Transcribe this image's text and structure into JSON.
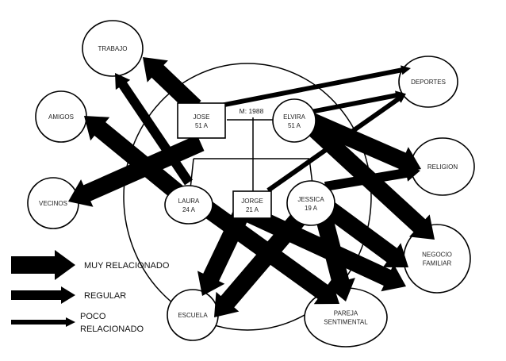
{
  "diagram": {
    "type": "ecomap",
    "family": {
      "marriage_label": "M: 1988",
      "members": [
        {
          "id": "jose",
          "name": "JOSE",
          "age": "51 A",
          "shape": "square"
        },
        {
          "id": "elvira",
          "name": "ELVIRA",
          "age": "51 A",
          "shape": "circle"
        },
        {
          "id": "laura",
          "name": "LAURA",
          "age": "24 A",
          "shape": "circle"
        },
        {
          "id": "jorge",
          "name": "JORGE",
          "age": "21 A",
          "shape": "square"
        },
        {
          "id": "jessica",
          "name": "JESSICA",
          "age": "19 A",
          "shape": "circle"
        }
      ]
    },
    "systems": [
      {
        "id": "trabajo",
        "label": [
          "TRABAJO"
        ]
      },
      {
        "id": "amigos",
        "label": [
          "AMIGOS"
        ]
      },
      {
        "id": "vecinos",
        "label": [
          "VECINOS"
        ]
      },
      {
        "id": "deportes",
        "label": [
          "DEPORTES"
        ]
      },
      {
        "id": "religion",
        "label": [
          "RELIGION"
        ]
      },
      {
        "id": "negocio",
        "label": [
          "NEGOCIO",
          "FAMILIAR"
        ]
      },
      {
        "id": "escuela",
        "label": [
          "ESCUELA"
        ]
      },
      {
        "id": "pareja",
        "label": [
          "PAREJA",
          "SENTIMENTAL"
        ]
      }
    ],
    "relations": [
      {
        "from": "jose",
        "to": "trabajo",
        "strength": "muy"
      },
      {
        "from": "laura",
        "to": "trabajo",
        "strength": "regular"
      },
      {
        "from": "laura",
        "to": "amigos",
        "strength": "muy"
      },
      {
        "from": "jose",
        "to": "vecinos",
        "strength": "muy"
      },
      {
        "from": "jose",
        "to": "deportes",
        "strength": "poco"
      },
      {
        "from": "elvira",
        "to": "deportes",
        "strength": "poco"
      },
      {
        "from": "jorge",
        "to": "deportes",
        "strength": "poco"
      },
      {
        "from": "elvira",
        "to": "religion",
        "strength": "muy"
      },
      {
        "from": "jessica",
        "to": "religion",
        "strength": "regular"
      },
      {
        "from": "elvira",
        "to": "negocio",
        "strength": "muy"
      },
      {
        "from": "jessica",
        "to": "negocio",
        "strength": "muy"
      },
      {
        "from": "jorge",
        "to": "negocio",
        "strength": "muy"
      },
      {
        "from": "jorge",
        "to": "escuela",
        "strength": "muy"
      },
      {
        "from": "jessica",
        "to": "escuela",
        "strength": "muy"
      },
      {
        "from": "laura",
        "to": "pareja",
        "strength": "muy"
      },
      {
        "from": "jessica",
        "to": "pareja",
        "strength": "muy"
      }
    ]
  },
  "legend": [
    {
      "strength": "muy",
      "lines": [
        "MUY RELACIONADO"
      ]
    },
    {
      "strength": "regular",
      "lines": [
        "REGULAR"
      ]
    },
    {
      "strength": "poco",
      "lines": [
        "POCO",
        "RELACIONADO"
      ]
    }
  ]
}
